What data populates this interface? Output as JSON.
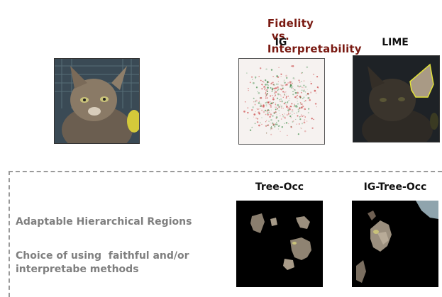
{
  "header": {
    "left": "Fidelity",
    "connector": "vs.",
    "right": "Interpretability",
    "color": "#7a1a12"
  },
  "top_row": {
    "labels": [
      "IG",
      "LIME"
    ]
  },
  "bottom_row": {
    "labels": [
      "Tree-Occ",
      "IG-Tree-Occ"
    ],
    "notes": [
      "Adaptable Hierarchical Regions",
      "Choice of using  faithful and/or",
      "interpretabe methods"
    ]
  },
  "colors": {
    "note_text": "#7f7f7f",
    "dashed_border": "#9a9a9a",
    "lime_outline": "#e2e23a",
    "ig_red": "#c83c3c",
    "ig_green": "#3c8a46"
  }
}
